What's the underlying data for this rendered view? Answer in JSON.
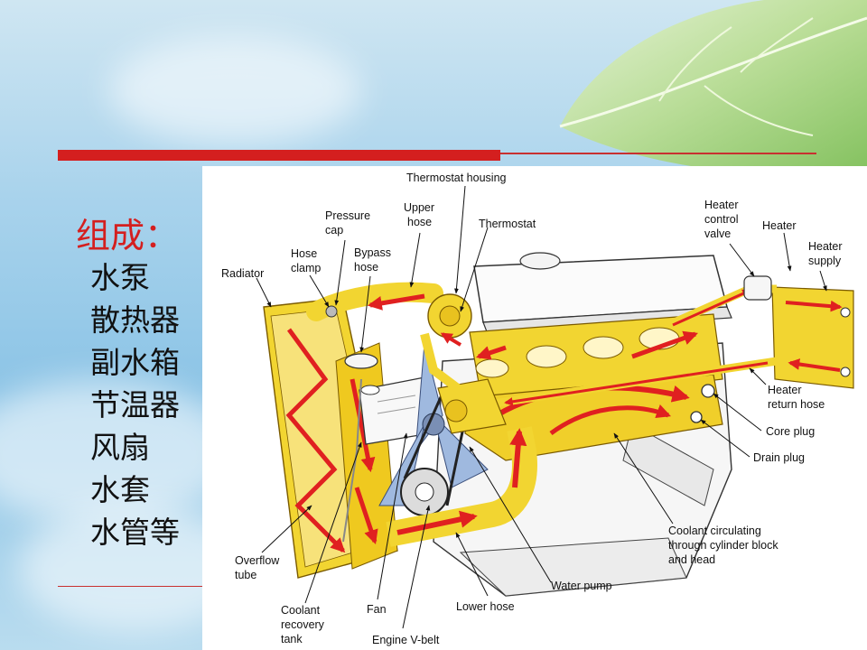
{
  "slide": {
    "heading": "组成：",
    "components": [
      "水泵",
      "散热器",
      "副水箱",
      "节温器",
      "风扇",
      "水套",
      "水管等"
    ]
  },
  "diagram": {
    "labels": {
      "thermostat_housing": "Thermostat housing",
      "upper_hose": [
        "Upper",
        "hose"
      ],
      "thermostat": "Thermostat",
      "pressure_cap": [
        "Pressure",
        "cap"
      ],
      "hose_clamp": [
        "Hose",
        "clamp"
      ],
      "bypass_hose": [
        "Bypass",
        "hose"
      ],
      "radiator": "Radiator",
      "heater_control_valve": [
        "Heater",
        "control",
        "valve"
      ],
      "heater": "Heater",
      "heater_supply": [
        "Heater",
        "supply"
      ],
      "heater_return_hose": [
        "Heater",
        "return hose"
      ],
      "core_plug": "Core plug",
      "drain_plug": "Drain plug",
      "coolant_circulating": [
        "Coolant circulating",
        "through cylinder block",
        "and head"
      ],
      "overflow_tube": [
        "Overflow",
        "tube"
      ],
      "water_pump": "Water pump",
      "lower_hose": "Lower hose",
      "fan": "Fan",
      "coolant_recovery_tank": [
        "Coolant",
        "recovery",
        "tank"
      ],
      "engine_v_belt": "Engine V-belt"
    },
    "colors": {
      "coolant": "#f2d531",
      "flow_arrow": "#e02020",
      "engine": "#f4f4f4"
    }
  }
}
